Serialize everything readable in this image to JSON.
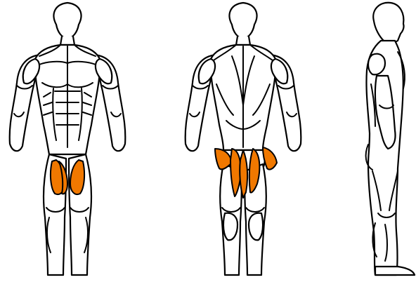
{
  "diagram": {
    "highlight_color": "#f07800",
    "highlighted_muscles": [
      "quadriceps",
      "hamstrings"
    ],
    "figures": [
      {
        "id": "front",
        "view": "front"
      },
      {
        "id": "back",
        "view": "back"
      },
      {
        "id": "side",
        "view": "side"
      }
    ]
  }
}
